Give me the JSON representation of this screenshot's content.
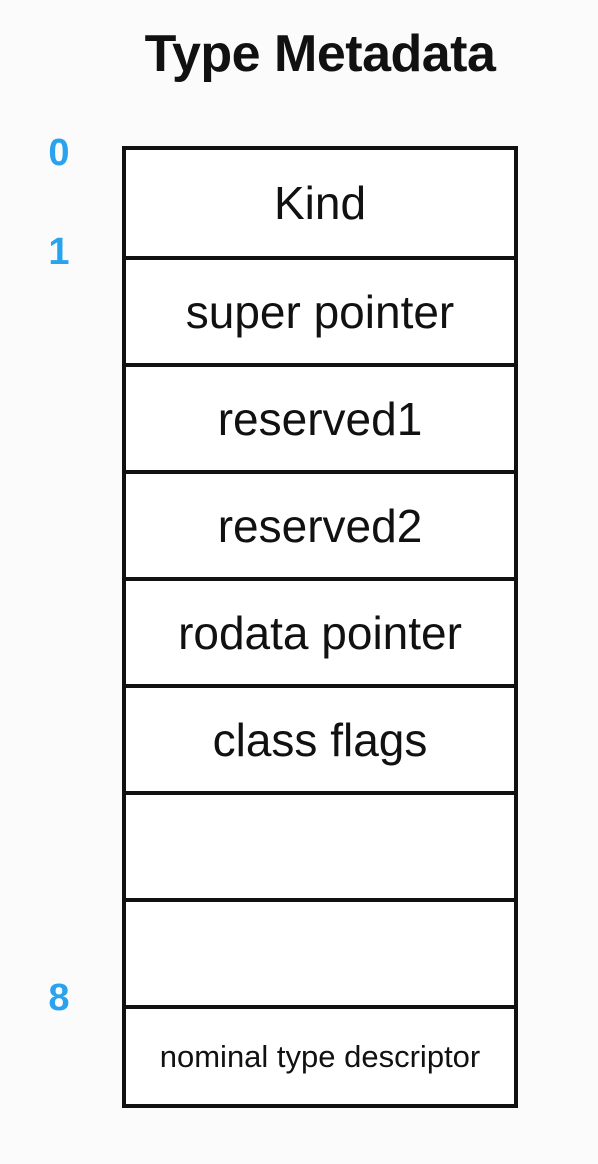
{
  "title": "Type Metadata",
  "index_color": "#2aa3ee",
  "indices": {
    "start": "0",
    "second": "1",
    "eighth": "8"
  },
  "rows": [
    {
      "label": "Kind"
    },
    {
      "label": "super pointer"
    },
    {
      "label": "reserved1"
    },
    {
      "label": "reserved2"
    },
    {
      "label": "rodata pointer"
    },
    {
      "label": "class flags"
    },
    {
      "label": ""
    },
    {
      "label": ""
    },
    {
      "label": "nominal type descriptor"
    }
  ]
}
